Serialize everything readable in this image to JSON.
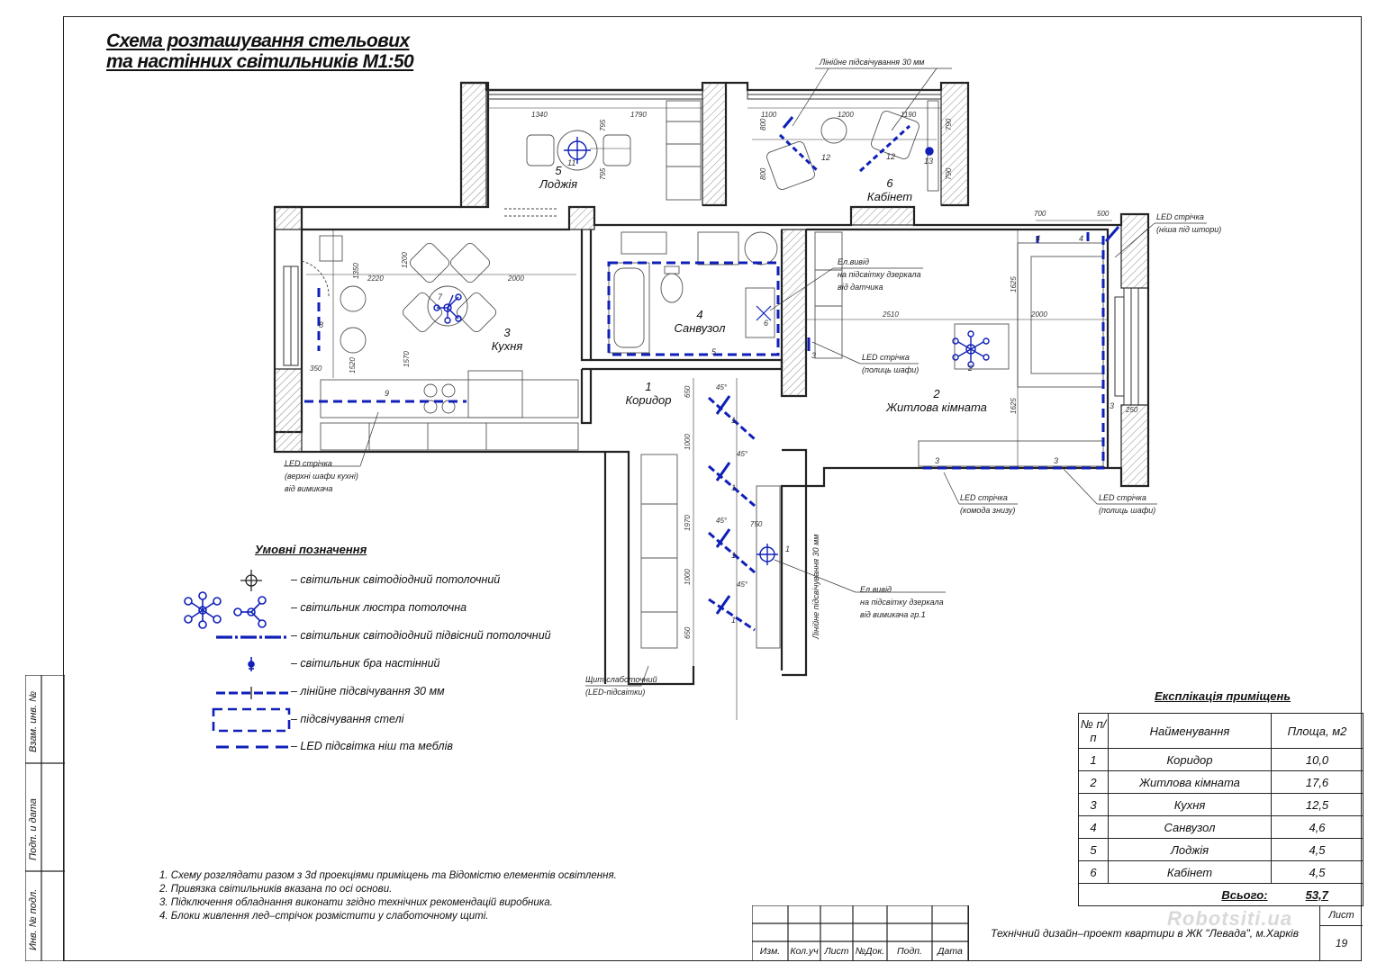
{
  "title": {
    "line1": "Схема розташування стельових",
    "line2": "та настінних світильників М1:50"
  },
  "rooms": {
    "r1": {
      "num": "1",
      "name": "Коридор"
    },
    "r2": {
      "num": "2",
      "name": "Житлова кімната"
    },
    "r3": {
      "num": "3",
      "name": "Кухня"
    },
    "r4": {
      "num": "4",
      "name": "Санвузол"
    },
    "r5": {
      "num": "5",
      "name": "Лоджія"
    },
    "r6": {
      "num": "6",
      "name": "Кабінет"
    }
  },
  "annotations": {
    "a1": "Лінійне підсвічування 30 мм",
    "a2a": "LED стрічка",
    "a2b": "(ніша під штори)",
    "a3a": "Ел.вивід",
    "a3b": "на підсвітку дзеркала",
    "a3c": "від датчика",
    "a4a": "LED стрічка",
    "a4b": "(полиць шафи)",
    "a5a": "LED стрічка",
    "a5b": "(верхні шафи кухні)",
    "a5c": "від вимикача",
    "a6a": "LED стрічка",
    "a6b": "(комода знизу)",
    "a7a": "LED стрічка",
    "a7b": "(полиць шафи)",
    "a8a": "Ел.вивід",
    "a8b": "на підсвітку дзеркала",
    "a8c": "від вимикача гр.1",
    "a9a": "Щит слаботочний",
    "a9b": "(LED-підсвітки)",
    "a10": "Лінійне підсвічування 30 мм"
  },
  "dims": [
    "1340",
    "1790",
    "1100",
    "1200",
    "1190",
    "700",
    "500",
    "2220",
    "1200",
    "2000",
    "2510",
    "2000",
    "1625",
    "1625",
    "350",
    "1520",
    "1570",
    "1350",
    "250",
    "650",
    "1000",
    "1970",
    "750",
    "1000",
    "650",
    "795",
    "795",
    "790",
    "790",
    "800",
    "800",
    "45°"
  ],
  "legend": {
    "title": "Умовні позначення",
    "items": [
      {
        "icon": "led-ceiling-icon",
        "label": "– світильник світодіодний потолочний"
      },
      {
        "icon": "chandelier-icon",
        "label": "– світильник люстра потолочна"
      },
      {
        "icon": "pendant-led-icon",
        "label": "– світильник світодіодний підвісний потолочний"
      },
      {
        "icon": "wall-sconce-icon",
        "label": "– світильник бра настінний"
      },
      {
        "icon": "linear-light-icon",
        "label": "– лінійне підсвічування 30 мм"
      },
      {
        "icon": "ceiling-backlight-icon",
        "label": "– підсвічування стелі"
      },
      {
        "icon": "led-niche-icon",
        "label": "– LED підсвітка ніш та меблів"
      }
    ]
  },
  "notes": [
    "1. Схему розглядати разом з 3d проекціями приміщень та Відомістю елементів освітлення.",
    "2. Привязка світильників вказана по осі основи.",
    "3. Підключення обладнання виконати згідно технічних рекомендацій виробника.",
    "4. Блоки живлення лед–стрічок розмістити у слаботочному щиті."
  ],
  "explication": {
    "title": "Експлікація приміщень",
    "headers": {
      "num": "№ п/п",
      "name": "Найменування",
      "area": "Площа, м2"
    },
    "rows": [
      {
        "num": "1",
        "name": "Коридор",
        "area": "10,0"
      },
      {
        "num": "2",
        "name": "Житлова кімната",
        "area": "17,6"
      },
      {
        "num": "3",
        "name": "Кухня",
        "area": "12,5"
      },
      {
        "num": "4",
        "name": "Санвузол",
        "area": "4,6"
      },
      {
        "num": "5",
        "name": "Лоджія",
        "area": "4,5"
      },
      {
        "num": "6",
        "name": "Кабінет",
        "area": "4,5"
      }
    ],
    "total_label": "Всього:",
    "total_value": "53,7"
  },
  "stamp": {
    "cols": [
      "Изм.",
      "Кол.уч",
      "Лист",
      "№Док.",
      "Подп.",
      "Дата"
    ],
    "subject": "Технічний дизайн–проект квартири в ЖК \"Левада\", м.Харків",
    "sheet_label": "Лист",
    "sheet_num": "19"
  },
  "sidebar": {
    "inv": "Инв. № подл.",
    "sign": "Подп. и дата",
    "vzam": "Взам. инв. №"
  },
  "watermark": "Robotsiti.ua",
  "colors": {
    "accent": "#0f1fb8",
    "line": "#222222",
    "furniture": "#555555"
  }
}
